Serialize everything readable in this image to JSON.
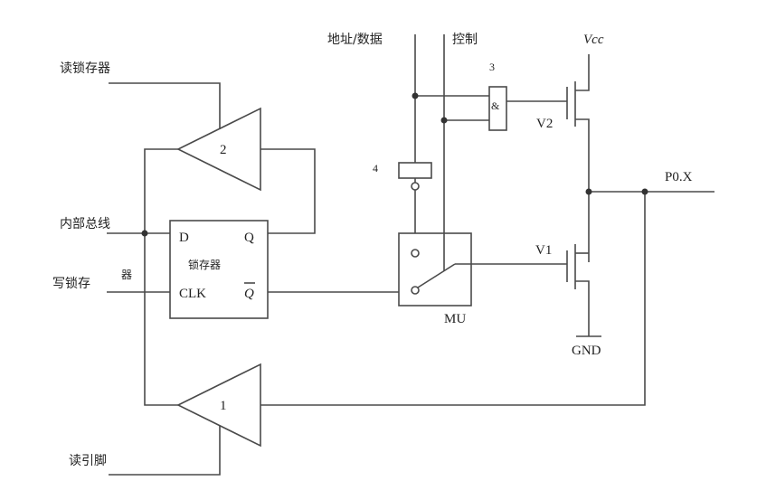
{
  "labels": {
    "read_latch": "读锁存器",
    "internal_bus": "内部总线",
    "write_latch": "写锁存",
    "write_latch_suffix": "器",
    "read_pin": "读引脚",
    "addr_data": "地址/数据",
    "control": "控制",
    "vcc": "Vcc",
    "gnd": "GND",
    "p0x": "P0.X",
    "v1": "V1",
    "v2": "V2",
    "mux": "MU",
    "latch_name": "锁存器",
    "latch_d": "D",
    "latch_q": "Q",
    "latch_clk": "CLK",
    "latch_qbar": "Q",
    "buffer1": "1",
    "buffer2": "2",
    "and_num": "3",
    "inv_num": "4",
    "and_sym": "&"
  },
  "colors": {
    "wire": "#4a4a4a",
    "text": "#222222",
    "background": "#ffffff"
  }
}
